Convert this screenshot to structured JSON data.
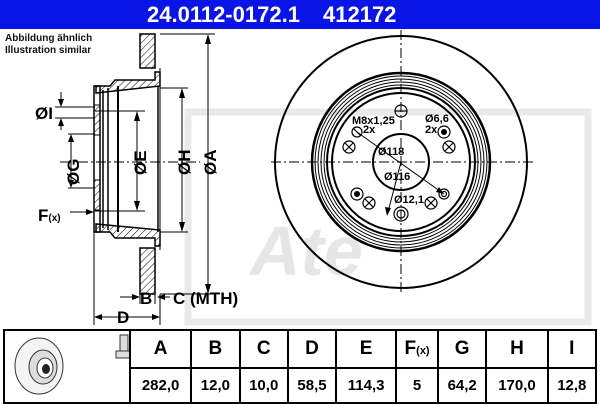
{
  "header": {
    "part_number": "24.0112-0172.1",
    "ref_number": "412172",
    "background_color": "#0a14e6"
  },
  "notice": {
    "line1": "Abbildung ähnlich",
    "line2": "Illustration similar"
  },
  "side_view": {
    "labels": {
      "dia_I": "ØI",
      "dia_G": "ØG",
      "dia_E": "ØE",
      "dia_H": "ØH",
      "dia_A": "ØA",
      "F": "F",
      "F_sub": "(x)",
      "B": "B",
      "C": "C (MTH)",
      "D": "D"
    }
  },
  "front_view": {
    "labels": {
      "thread": "M8x1,25",
      "thread_count": "2x",
      "hole_dia": "Ø6,6",
      "hole_count": "2x",
      "dia_118": "Ø118",
      "dia_116": "Ø116",
      "dia_12_1": "Ø12,1"
    }
  },
  "watermark": "Ate",
  "spec_table": {
    "columns": [
      {
        "label": "A",
        "value": "282,0"
      },
      {
        "label": "B",
        "value": "12,0"
      },
      {
        "label": "C",
        "value": "10,0"
      },
      {
        "label": "D",
        "value": "58,5"
      },
      {
        "label": "E",
        "value": "114,3"
      },
      {
        "label": "F",
        "sub": "(x)",
        "value": "5"
      },
      {
        "label": "G",
        "value": "64,2"
      },
      {
        "label": "H",
        "value": "170,0"
      },
      {
        "label": "I",
        "value": "12,8"
      }
    ]
  }
}
